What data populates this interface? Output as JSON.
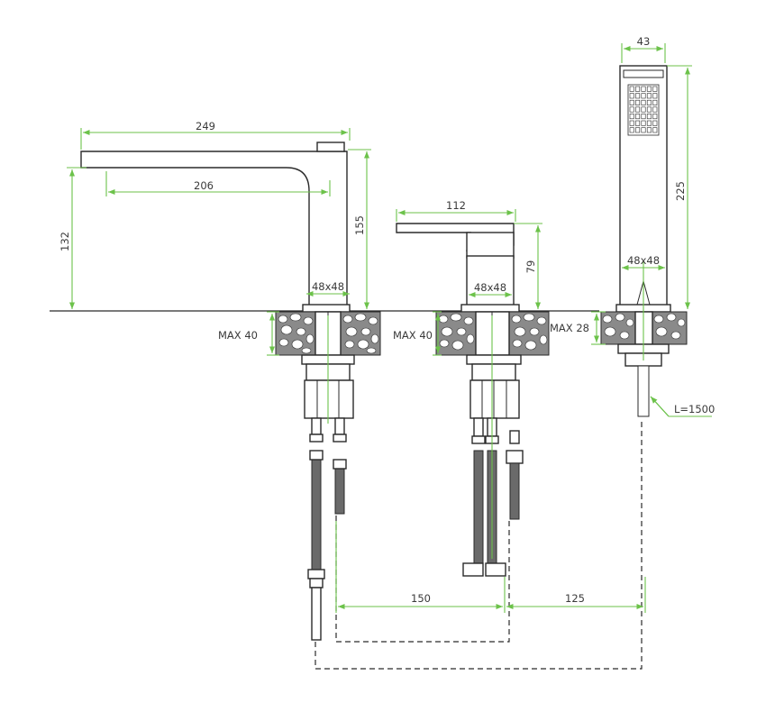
{
  "dimensions": {
    "spout_length": "249",
    "spout_reach": "206",
    "spout_height": "132",
    "spout_total_height": "155",
    "spout_base": "48x48",
    "mixer_length": "112",
    "mixer_height": "79",
    "mixer_base": "48x48",
    "shower_width": "43",
    "shower_height": "225",
    "shower_base": "48x48",
    "deck_max_left": "MAX 40",
    "deck_max_mid": "MAX 40",
    "deck_max_right": "MAX 28",
    "hose_length": "L=1500",
    "spacing_left": "150",
    "spacing_right": "125"
  },
  "colors": {
    "dimension_line": "#6cc24a",
    "outline": "#2a2a2a",
    "text": "#3a3a3a"
  }
}
